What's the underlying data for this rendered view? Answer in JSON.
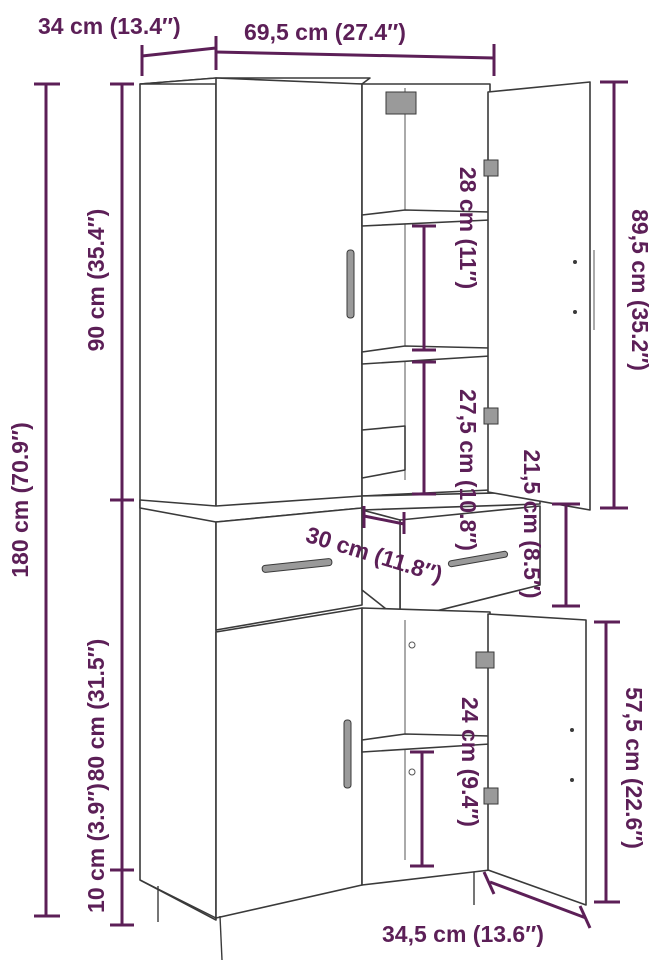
{
  "colors": {
    "dimension": "#5c1f57",
    "outline": "#3a3a3a",
    "panel": "#ffffff",
    "hinge": "#8a8a8a"
  },
  "dimensions": {
    "top_depth": "34 cm (13.4″)",
    "top_width": "69,5 cm (27.4″)",
    "total_height": "180 cm (70.9″)",
    "upper_height": "90 cm (35.4″)",
    "lower_height": "80 cm (31.5″)",
    "leg_height": "10 cm (3.9″)",
    "upper_door_height": "89,5 cm (35.2″)",
    "upper_shelf_gap": "28 cm (11″)",
    "middle_shelf_gap": "27,5 cm (10.8″)",
    "drawer_height": "21,5 cm (8.5″)",
    "drawer_depth": "30 cm (11.8″)",
    "lower_door_height": "57,5 cm (22.6″)",
    "lower_shelf_gap": "24 cm (9.4″)",
    "lower_door_width": "34,5 cm (13.6″)"
  }
}
